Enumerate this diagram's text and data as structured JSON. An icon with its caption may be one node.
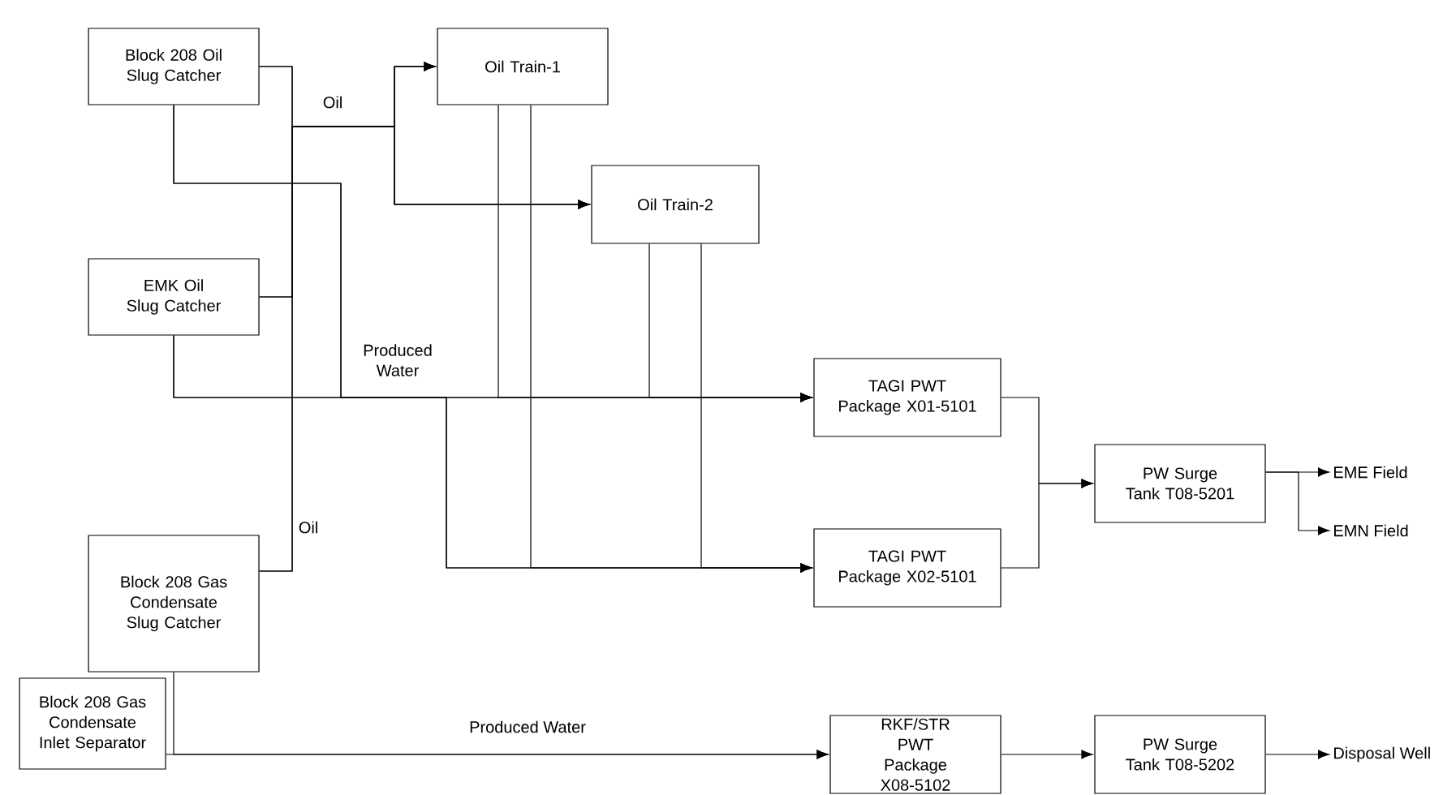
{
  "diagram": {
    "nodes": [
      {
        "text": [
          "Block 208 Oil Slug Catcher"
        ]
      },
      {
        "text": [
          "Oil Train-1"
        ]
      },
      {
        "text": [
          "Oil Train-2"
        ]
      },
      {
        "text": [
          "EMK Oil Slug Catcher"
        ]
      },
      {
        "text": [
          "TAGI PWT Package X01-5101"
        ]
      },
      {
        "text": [
          "TAGI PWT Package X02-5101"
        ]
      },
      {
        "text": [
          "PW Surge Tank T08-5201"
        ]
      },
      {
        "text": [
          "Block 208 Gas Condensate Slug Catcher"
        ]
      },
      {
        "text": [
          "Block 208 Gas Condensate Inlet Separator"
        ]
      },
      {
        "text": [
          "RKF/STR PWT Package X08-5102"
        ]
      },
      {
        "text": [
          "PW Surge Tank T08-5202"
        ]
      },
      {
        "text": [
          "EME Field"
        ]
      },
      {
        "text": [
          "EMN Field"
        ]
      },
      {
        "text": [
          "Disposal Well"
        ]
      }
    ],
    "edges": [
      {
        "from": 0,
        "to": 1,
        "arrow": "to"
      },
      {
        "from": 0,
        "to": 2,
        "arrow": "to"
      },
      {
        "from": 3,
        "to": 1,
        "arrow": "to"
      },
      {
        "from": 3,
        "to": 2,
        "arrow": "to"
      },
      {
        "from": 7,
        "to": 1,
        "arrow": "to"
      },
      {
        "from": 7,
        "to": 2,
        "arrow": "to"
      },
      {
        "from": 0,
        "to": 4,
        "arrow": "to"
      },
      {
        "from": 0,
        "to": 5,
        "arrow": "to"
      },
      {
        "from": 3,
        "to": 4,
        "arrow": "to"
      },
      {
        "from": 3,
        "to": 5,
        "arrow": "to"
      },
      {
        "from": 1,
        "to": 4,
        "arrow": "to"
      },
      {
        "from": 1,
        "to": 5,
        "arrow": "to"
      },
      {
        "from": 2,
        "to": 4,
        "arrow": "to"
      },
      {
        "from": 2,
        "to": 5,
        "arrow": "to"
      },
      {
        "from": 4,
        "to": 6,
        "arrow": "to"
      },
      {
        "from": 5,
        "to": 6,
        "arrow": "to"
      },
      {
        "from": 6,
        "to": 11,
        "arrow": "to"
      },
      {
        "from": 6,
        "to": 12,
        "arrow": "to"
      },
      {
        "from": 7,
        "to": 9,
        "arrow": "to"
      },
      {
        "from": 8,
        "to": 9,
        "arrow": "to"
      },
      {
        "from": 9,
        "to": 10,
        "arrow": "to"
      },
      {
        "from": 10,
        "to": 13,
        "arrow": "to"
      }
    ],
    "labels": [
      "Oil",
      "Produced Water",
      "Oil",
      "Produced Water"
    ]
  }
}
